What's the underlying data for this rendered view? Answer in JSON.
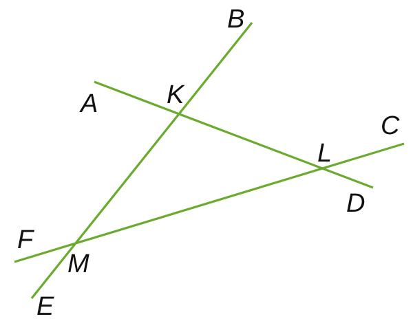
{
  "diagram": {
    "line_color": "#6aaa2e",
    "label_color": "#111111",
    "points": {
      "A": "A",
      "B": "B",
      "C": "C",
      "D": "D",
      "E": "E",
      "F": "F",
      "K": "K",
      "L": "L",
      "M": "M"
    },
    "lines": [
      {
        "from": "A",
        "to": "D",
        "through": [
          "K",
          "L"
        ]
      },
      {
        "from": "E",
        "to": "B",
        "through": [
          "M",
          "K"
        ]
      },
      {
        "from": "F",
        "to": "C",
        "through": [
          "M",
          "L"
        ]
      }
    ]
  }
}
